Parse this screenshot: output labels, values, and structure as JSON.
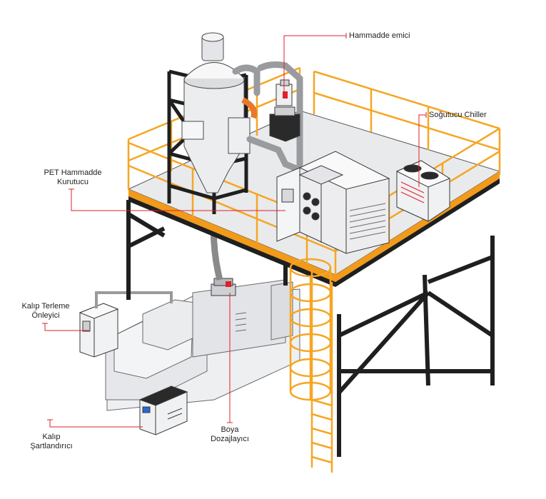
{
  "labels": {
    "vacuum_loader": "Hammadde emici",
    "chiller": "Soğutucu Chiller",
    "pet_dryer": {
      "line1": "PET Hammadde",
      "line2": "Kurutucu"
    },
    "mold_dehumidifier": {
      "line1": "Kalıp Terleme",
      "line2": "Önleyici"
    },
    "mold_controller": {
      "line1": "Kalıp",
      "line2": "Şartlandırıcı"
    },
    "color_doser": {
      "line1": "Boya",
      "line2": "Dozajlayıcı"
    }
  },
  "colors": {
    "railing": "#f5a623",
    "deck_edge": "#f29a1a",
    "steel": "#1f1f1f",
    "deck": "#e9eaec",
    "equipment": "#f2f3f5",
    "outline": "#4a4a4a",
    "callout": "#e0202a",
    "text": "#222222"
  }
}
